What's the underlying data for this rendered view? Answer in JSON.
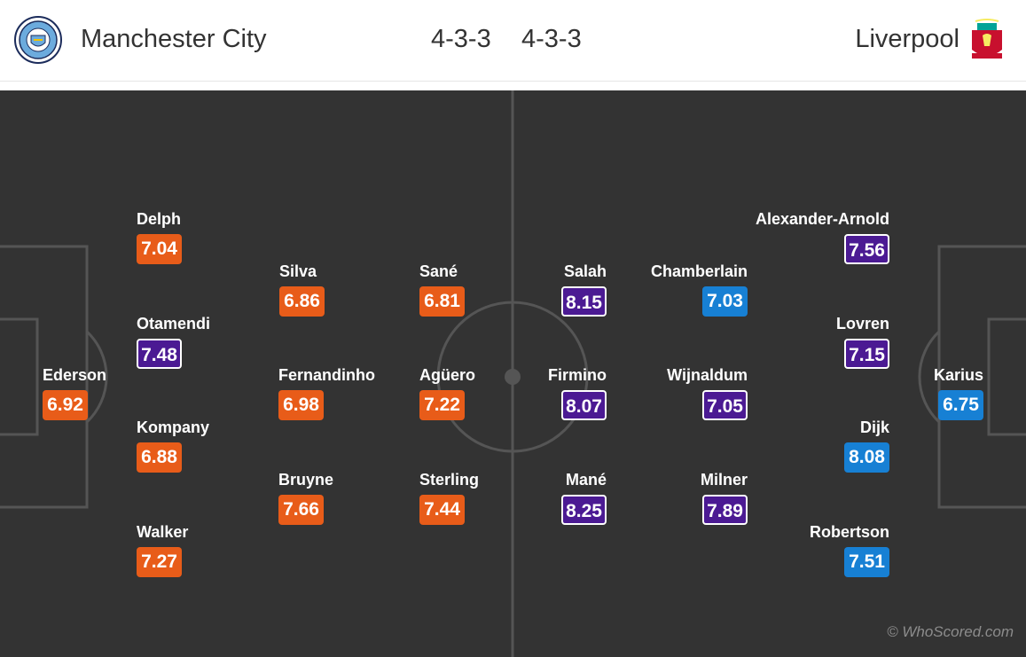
{
  "header": {
    "home_team": "Manchester City",
    "away_team": "Liverpool",
    "home_formation": "4-3-3",
    "away_formation": "4-3-3",
    "home_crest_icon": "manchester-city-crest-icon",
    "away_crest_icon": "liverpool-crest-icon"
  },
  "colors": {
    "pitch": "#333333",
    "lines": "#555555",
    "home_rating": "#e85c19",
    "away_rating_top": "#4b1a93",
    "away_rating_alt": "#1780d4"
  },
  "home_players": [
    {
      "name": "Ederson",
      "rating": "6.92"
    },
    {
      "name": "Delph",
      "rating": "7.04"
    },
    {
      "name": "Otamendi",
      "rating": "7.48"
    },
    {
      "name": "Kompany",
      "rating": "6.88"
    },
    {
      "name": "Walker",
      "rating": "7.27"
    },
    {
      "name": "Silva",
      "rating": "6.86"
    },
    {
      "name": "Fernandinho",
      "rating": "6.98"
    },
    {
      "name": "Bruyne",
      "rating": "7.66"
    },
    {
      "name": "Sané",
      "rating": "6.81"
    },
    {
      "name": "Agüero",
      "rating": "7.22"
    },
    {
      "name": "Sterling",
      "rating": "7.44"
    }
  ],
  "away_players": [
    {
      "name": "Salah",
      "rating": "8.15"
    },
    {
      "name": "Firmino",
      "rating": "8.07"
    },
    {
      "name": "Mané",
      "rating": "8.25"
    },
    {
      "name": "Chamberlain",
      "rating": "7.03"
    },
    {
      "name": "Wijnaldum",
      "rating": "7.05"
    },
    {
      "name": "Milner",
      "rating": "7.89"
    },
    {
      "name": "Alexander-Arnold",
      "rating": "7.56"
    },
    {
      "name": "Lovren",
      "rating": "7.15"
    },
    {
      "name": "Dijk",
      "rating": "8.08"
    },
    {
      "name": "Robertson",
      "rating": "7.51"
    },
    {
      "name": "Karius",
      "rating": "6.75"
    }
  ],
  "watermark": "© WhoScored.com"
}
